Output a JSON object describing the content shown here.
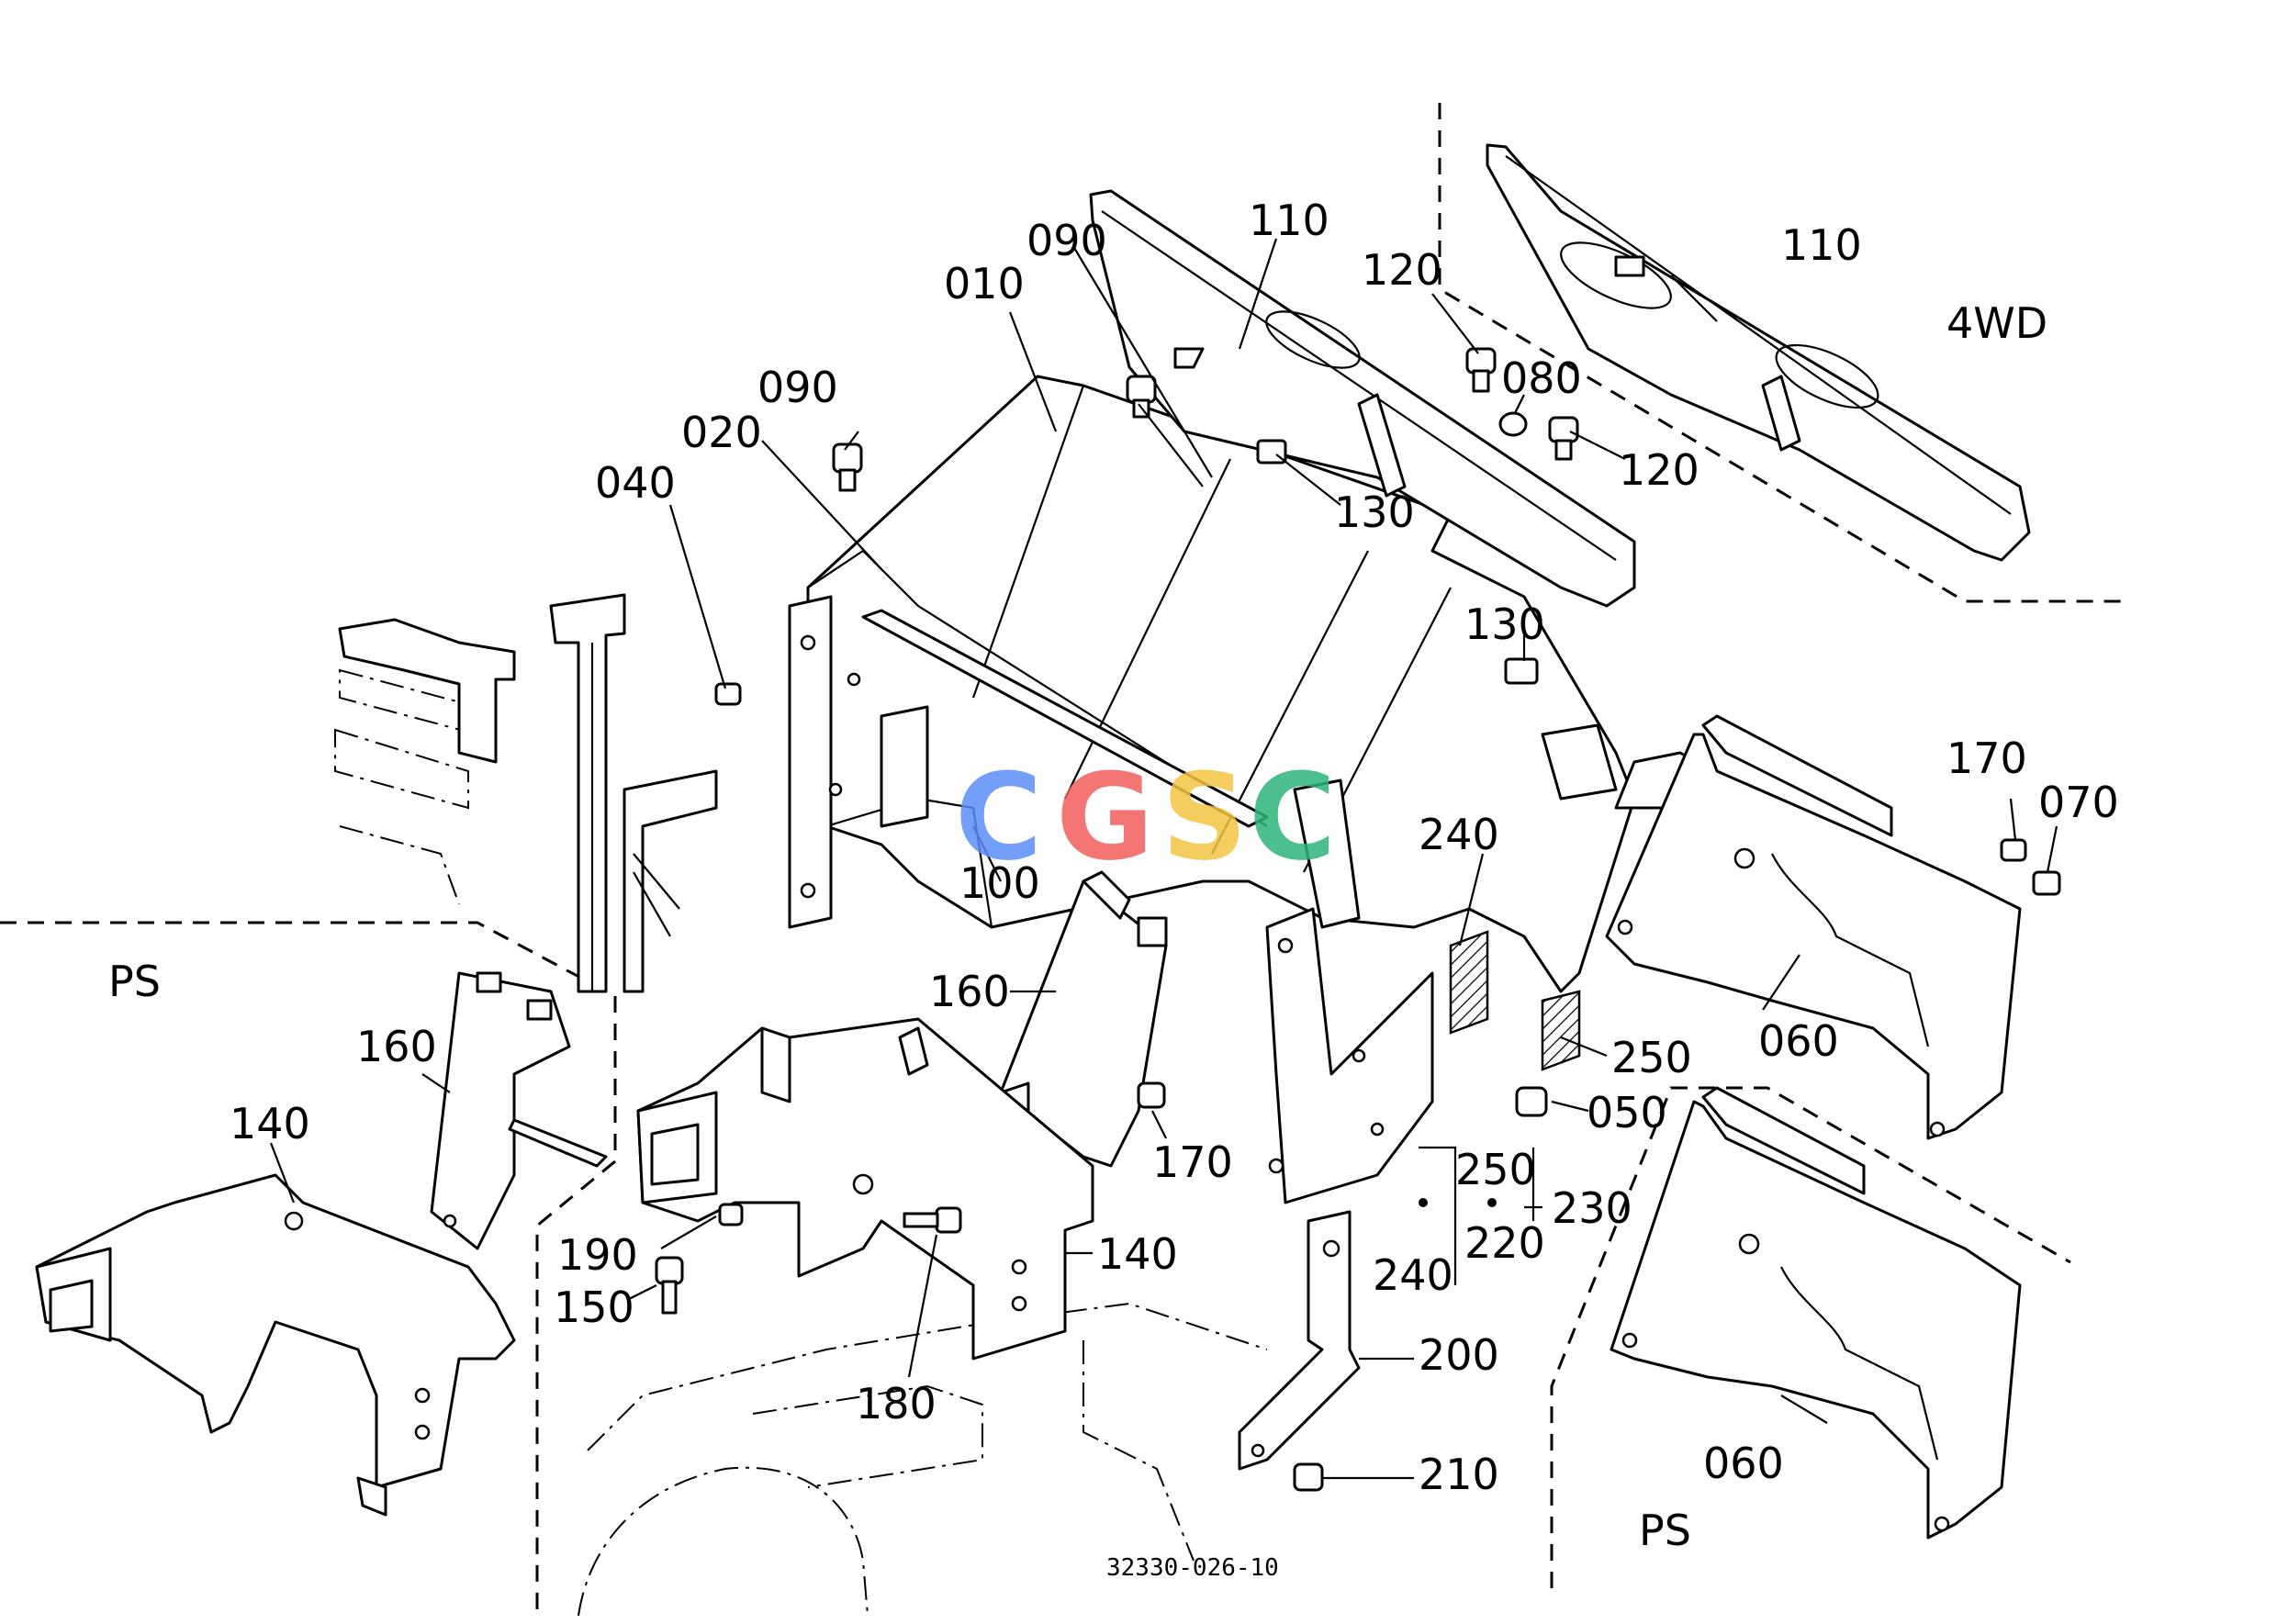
{
  "labels": {
    "l010": "010",
    "l020": "020",
    "l040": "040",
    "l050": "050",
    "l060a": "060",
    "l060b": "060",
    "l070": "070",
    "l080": "080",
    "l090a": "090",
    "l090b": "090",
    "l100": "100",
    "l110a": "110",
    "l110b": "110",
    "l120a": "120",
    "l120b": "120",
    "l130a": "130",
    "l130b": "130",
    "l140a": "140",
    "l140b": "140",
    "l150": "150",
    "l160a": "160",
    "l160b": "160",
    "l170a": "170",
    "l170b": "170",
    "l180": "180",
    "l190": "190",
    "l200": "200",
    "l210": "210",
    "l220": "220",
    "l230": "230",
    "l240a": "240",
    "l240b": "240",
    "l250a": "250",
    "l250b": "250"
  },
  "variants": {
    "fwd": "4WD",
    "ps_left": "PS",
    "ps_right": "PS"
  },
  "drawing_number": "32330-026-10",
  "watermark": {
    "text": "CGSC",
    "colors": [
      "#5b8ff9",
      "#f25f5c",
      "#f4c542",
      "#2fb37a"
    ]
  }
}
